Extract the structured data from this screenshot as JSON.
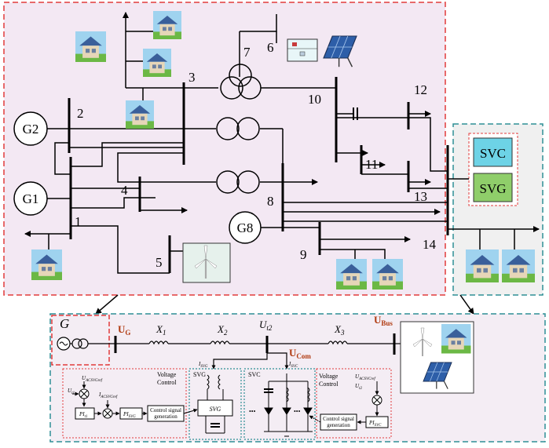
{
  "colors": {
    "top_frame": "#e23b3b",
    "side_frame": "#2f8f95",
    "panel_fill": "#f3e8f3",
    "gray_fill": "#f0f0f0",
    "svc_fill": "#6dd3e6",
    "svg_fill": "#8fce6a",
    "accent_text": "#b03a10"
  },
  "icons": [
    "house-icon",
    "solar-panel-icon",
    "wind-turbine-icon",
    "transformer-icon",
    "generator-icon",
    "arrow-icon"
  ],
  "network": {
    "generators": [
      "G2",
      "G1",
      "G8"
    ],
    "buses": [
      "1",
      "2",
      "3",
      "4",
      "5",
      "6",
      "7",
      "8",
      "9",
      "10",
      "11",
      "12",
      "13",
      "14"
    ]
  },
  "compensator": {
    "svc": "SVC",
    "svg": "SVG"
  },
  "bottom": {
    "gen_letter": "G",
    "u_g": "U",
    "u_g_sub": "G",
    "x1": "X",
    "x1_sub": "1",
    "x2": "X",
    "x2_sub": "2",
    "x3": "X",
    "x3_sub": "3",
    "u_t2": "U",
    "u_t2_sub": "t2",
    "u_com": "U",
    "u_com_sub": "Com",
    "u_bus": "U",
    "u_bus_sub": "Bus",
    "i_svg": "I",
    "i_svg_sub": "SVG",
    "i_svc": "I",
    "i_svc_sub": "SVC",
    "svg_tag": "SVG",
    "svc_tag": "SVC",
    "svg_block": "SVG",
    "vc_left_1": "Voltage",
    "vc_left_2": "Control",
    "vc_right_1": "Voltage",
    "vc_right_2": "Control",
    "u_t1": "U",
    "u_t1_sub": "t1",
    "u_ref_left": "U",
    "u_ref_left_sub": "ACSVGref",
    "i_ref": "I",
    "i_ref_sub": "ACSVGref",
    "pi_t1": "PI",
    "pi_t1_sub": "t1",
    "pi_svg": "PI",
    "pi_svg_sub": "SVG",
    "csg_left_1": "Control signal",
    "csg_left_2": "generation",
    "u_ref_right": "U",
    "u_ref_right_sub": "ACSVCref",
    "u_t2_right": "U",
    "u_t2_right_sub": "t2",
    "csg_right_1": "Control signal",
    "csg_right_2": "generation",
    "pi_svc": "PI",
    "pi_svc_sub": "SVC",
    "dots_left": "•••",
    "dots_right": "•••"
  }
}
